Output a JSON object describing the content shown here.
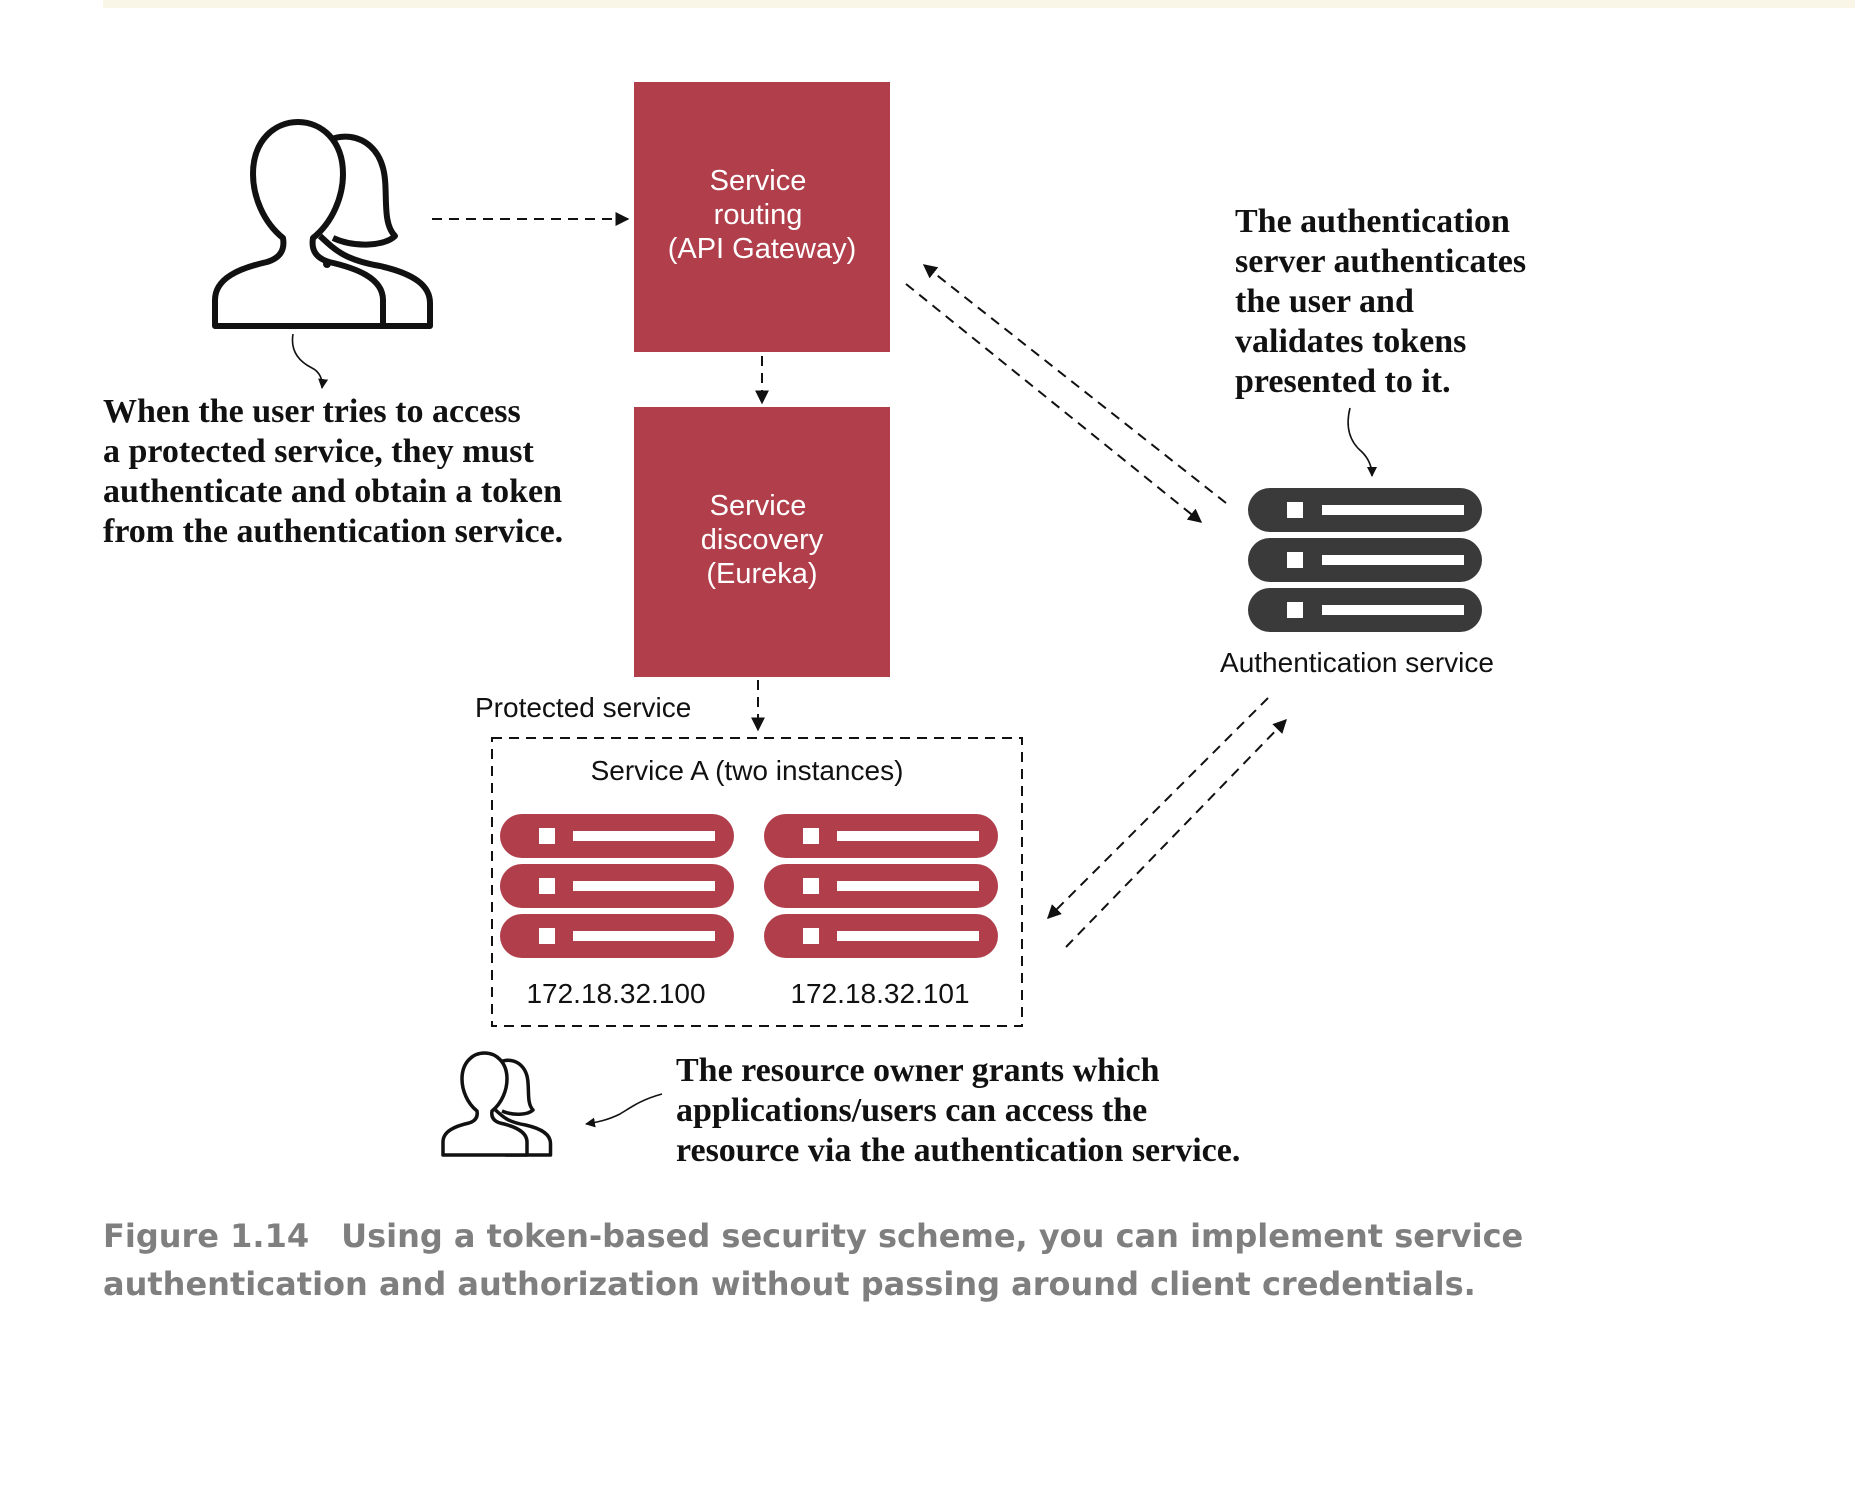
{
  "boxes": {
    "gateway": {
      "lines": [
        "Service",
        "routing",
        "(API Gateway)"
      ]
    },
    "discovery": {
      "lines": [
        "Service",
        "discovery",
        "(Eureka)"
      ]
    }
  },
  "protected": {
    "label": "Protected service",
    "title": "Service A (two instances)",
    "instances": [
      {
        "ip": "172.18.32.100"
      },
      {
        "ip": "172.18.32.101"
      }
    ]
  },
  "auth": {
    "label": "Authentication service"
  },
  "annotations": {
    "user": [
      "When the user tries to access",
      "a protected service, they must",
      "authenticate and obtain a token",
      "from the authentication service."
    ],
    "auth_server": [
      "The authentication",
      "server authenticates",
      "the user and",
      "validates tokens",
      "presented to it."
    ],
    "owner": [
      "The resource owner grants which",
      "applications/users can access the",
      "resource via the authentication service."
    ]
  },
  "caption": {
    "lines": [
      "Figure 1.14 Using a token-based security scheme, you can implement service",
      "authentication and authorization without passing around client credentials."
    ]
  },
  "colors": {
    "service_red": "#b03e4b",
    "server_dark": "#3a3a3a",
    "caption_gray": "#7f7f7f"
  },
  "icons": [
    "users-icon",
    "server-icon"
  ]
}
